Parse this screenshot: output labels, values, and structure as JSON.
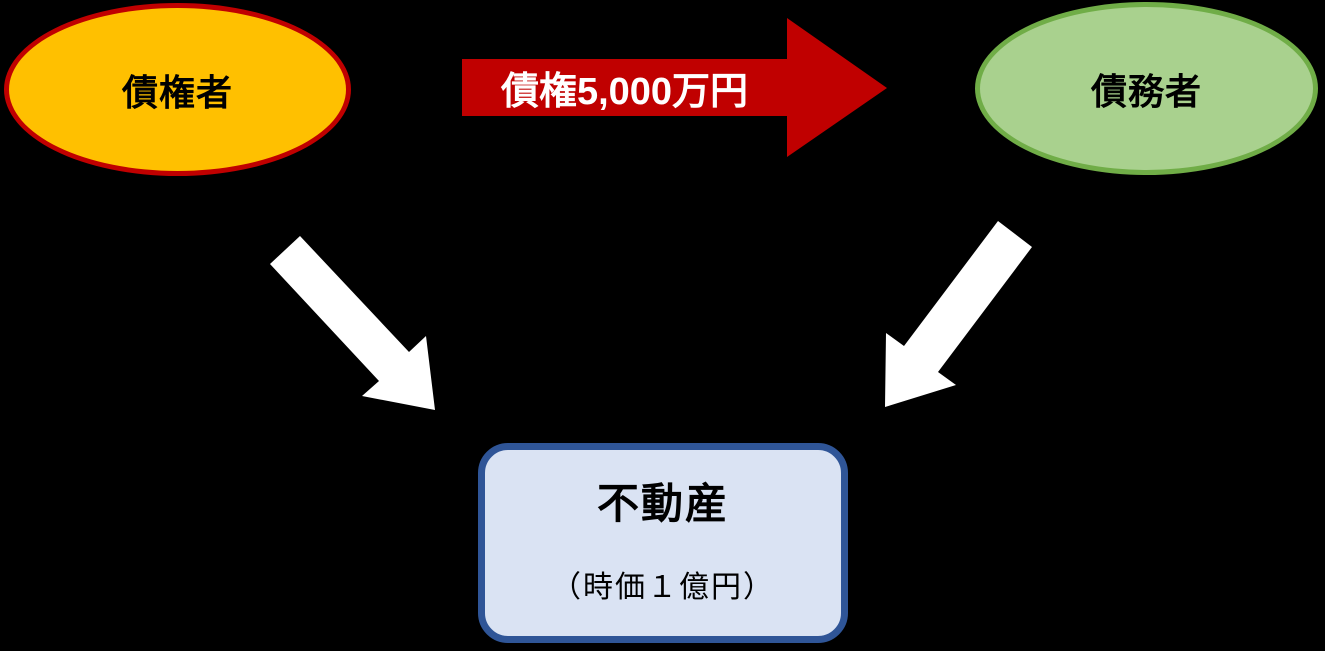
{
  "canvas": {
    "background": "#000000"
  },
  "nodes": {
    "creditor": {
      "label": "債権者",
      "fill": "#FFC000",
      "border_color": "#C00000"
    },
    "debtor": {
      "label": "債務者",
      "fill": "#A9D18E",
      "border_color": "#70AD47"
    },
    "property": {
      "title": "不動産",
      "subtitle": "（時価１億円）",
      "fill": "#DAE3F3",
      "border_color": "#2F5597"
    }
  },
  "arrows": {
    "claim": {
      "label": "債権5,000万円",
      "color": "#C00000",
      "label_color": "#FFFFFF",
      "from": "creditor",
      "to": "debtor"
    },
    "creditor_to_property": {
      "color": "#FFFFFF",
      "from": "creditor",
      "to": "property"
    },
    "debtor_to_property": {
      "color": "#FFFFFF",
      "from": "debtor",
      "to": "property"
    }
  }
}
